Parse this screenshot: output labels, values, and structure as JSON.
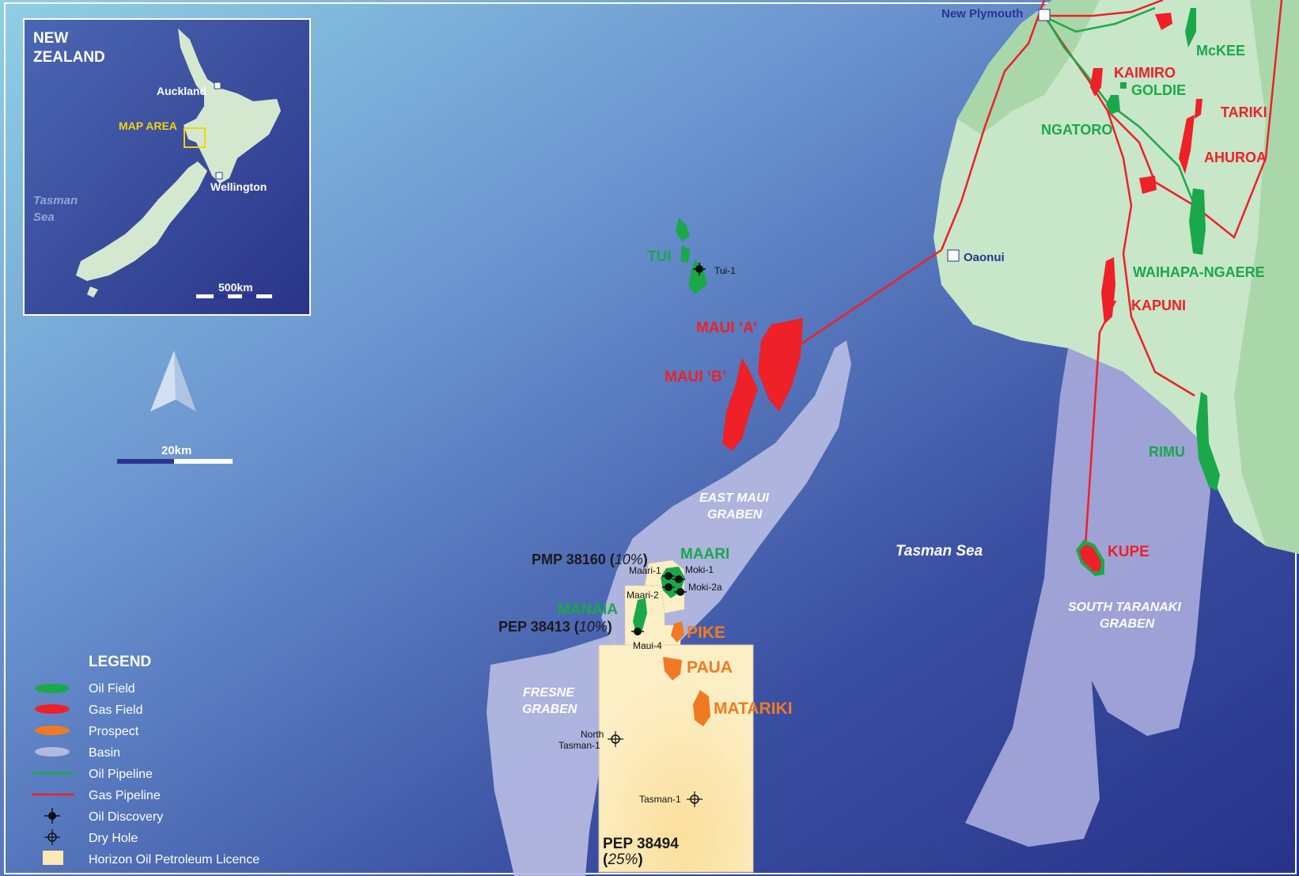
{
  "colors": {
    "oil": "#1aa84a",
    "gas": "#ee2028",
    "prospect": "#f07a23",
    "basin": "#b2b8df",
    "land": "#c8e6c8",
    "land_dark": "#a8d8a8",
    "licence": "#fbe9b4",
    "sea_dark": "#2b3a8f",
    "sea_light": "#7fc6e0",
    "city": "#2b3490",
    "highlight": "#f5d20a"
  },
  "inset": {
    "title_line1": "NEW",
    "title_line2": "ZEALAND",
    "city_auckland": "Auckland",
    "city_wellington": "Wellington",
    "map_area": "MAP AREA",
    "sea_line1": "Tasman",
    "sea_line2": "Sea",
    "scale": "500km"
  },
  "scale_main": "20km",
  "towns": {
    "new_plymouth": "New Plymouth",
    "oaonui": "Oaonui"
  },
  "fields": {
    "tui": "TUI",
    "maui_a": "MAUI ‘A’",
    "maui_b": "MAUI ‘B’",
    "maari": "MAARI",
    "manaia": "MANAIA",
    "pike": "PIKE",
    "paua": "PAUA",
    "matariki": "MATARIKI",
    "kaimiro": "KAIMIRO",
    "goldie": "GOLDIE",
    "mckee": "McKEE",
    "ngatoro": "NGATORO",
    "tariki": "TARIKI",
    "ahuroa": "AHUROA",
    "waihapa": "WAIHAPA-NGAERE",
    "kapuni": "KAPUNI",
    "rimu": "RIMU",
    "kupe": "KUPE"
  },
  "wells": {
    "tui1": "Tui-1",
    "maari1": "Maari-1",
    "maari2": "Maari-2",
    "moki1": "Moki-1",
    "moki2a": "Moki-2a",
    "maui4": "Maui-4",
    "north_line1": "North",
    "north_line2": "Tasman-1",
    "tasman1": "Tasman-1"
  },
  "basins": {
    "east_maui_1": "EAST MAUI",
    "east_maui_2": "GRABEN",
    "fresne_1": "FRESNE",
    "fresne_2": "GRABEN",
    "south_taranaki_1": "SOUTH TARANAKI",
    "south_taranaki_2": "GRABEN",
    "tasman_sea": "Tasman Sea"
  },
  "permits": {
    "pmp_name": "PMP 38160 (",
    "pmp_pct": "10%",
    "pmp_close": ")",
    "pep413_name": "PEP 38413 (",
    "pep413_pct": "10%",
    "pep413_close": ")",
    "pep494_name": "PEP 38494",
    "pep494_open": "(",
    "pep494_pct": "25%",
    "pep494_close": ")"
  },
  "legend": {
    "title": "LEGEND",
    "items": [
      {
        "key": "oil-field",
        "label": "Oil Field"
      },
      {
        "key": "gas-field",
        "label": "Gas Field"
      },
      {
        "key": "prospect",
        "label": "Prospect"
      },
      {
        "key": "basin",
        "label": "Basin"
      },
      {
        "key": "oil-pipeline",
        "label": "Oil Pipeline"
      },
      {
        "key": "gas-pipeline",
        "label": "Gas Pipeline"
      },
      {
        "key": "oil-discovery",
        "label": "Oil Discovery"
      },
      {
        "key": "dry-hole",
        "label": "Dry Hole"
      },
      {
        "key": "licence",
        "label": "Horizon Oil Petroleum Licence"
      }
    ]
  }
}
